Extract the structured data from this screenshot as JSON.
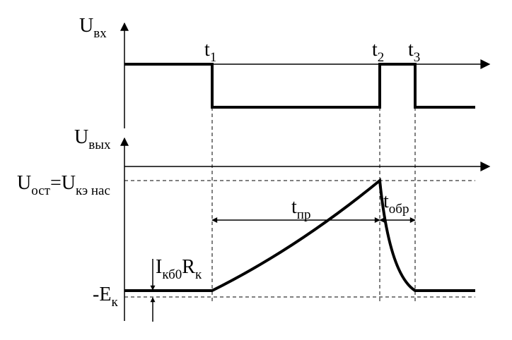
{
  "input_axis": {
    "label_main": "U",
    "label_sub": "вх"
  },
  "output_axis": {
    "label_main": "U",
    "label_sub": "вых"
  },
  "time_markers": [
    {
      "main": "t",
      "sub": "1"
    },
    {
      "main": "t",
      "sub": "2"
    },
    {
      "main": "t",
      "sub": "3"
    }
  ],
  "levels": {
    "sat_left_main": "U",
    "sat_left_sub": "ост",
    "sat_eq": "=U",
    "sat_right_sub": "кэ нас",
    "neg_main": "-E",
    "neg_sub": "к"
  },
  "intervals": {
    "rise_main": "t",
    "rise_sub": "пр",
    "fall_main": "t",
    "fall_sub": "обр"
  },
  "leakage": {
    "i_main": "I",
    "i_sub": "кб0",
    "r_main": "R",
    "r_sub": "к"
  }
}
